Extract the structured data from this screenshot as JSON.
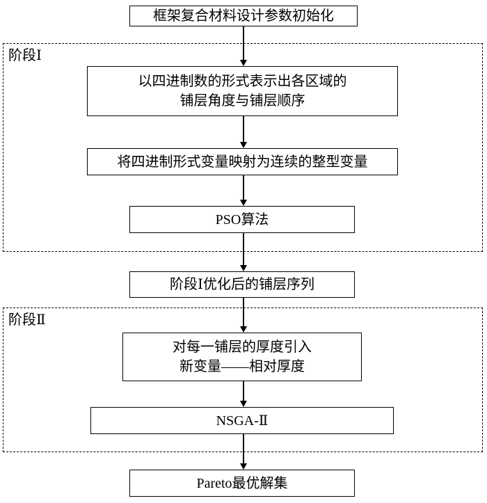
{
  "nodes": {
    "start": "框架复合材料设计参数初始化",
    "stage1_label": "阶段Ⅰ",
    "encode_line1": "以四进制数的形式表示出各区域的",
    "encode_line2": "铺层角度与铺层顺序",
    "map": "将四进制形式变量映射为连续的整型变量",
    "pso": "PSO算法",
    "stage1_result": "阶段Ⅰ优化后的铺层序列",
    "stage2_label": "阶段Ⅱ",
    "thickness_line1": "对每一铺层的厚度引入",
    "thickness_line2": "新变量——相对厚度",
    "nsga": "NSGA-Ⅱ",
    "pareto": "Pareto最优解集"
  }
}
